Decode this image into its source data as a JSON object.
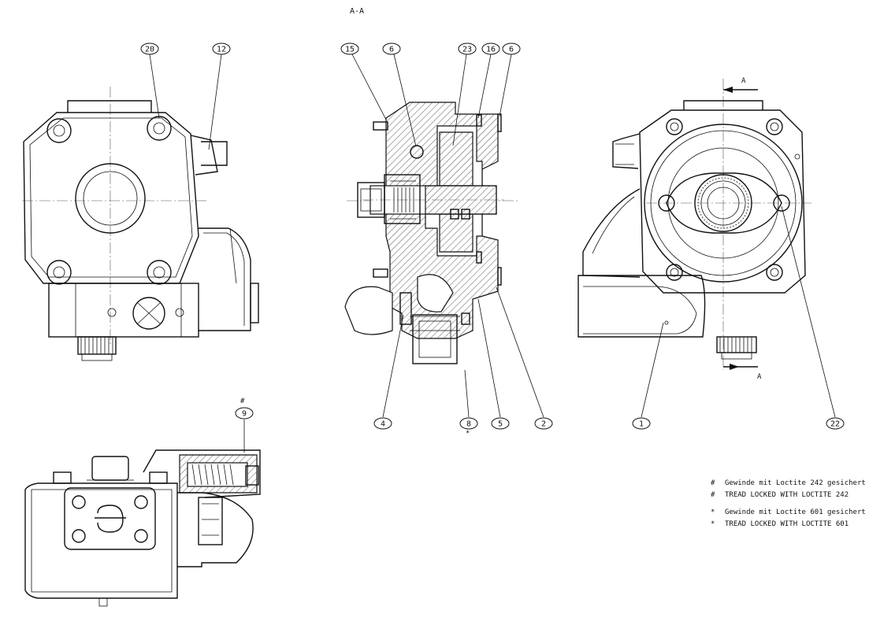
{
  "section_title": "A-A",
  "section_letters": {
    "top": "A",
    "bottom": "A"
  },
  "balloons": [
    {
      "id": "b20",
      "label": "20"
    },
    {
      "id": "b12",
      "label": "12"
    },
    {
      "id": "b15",
      "label": "15"
    },
    {
      "id": "b6a",
      "label": "6"
    },
    {
      "id": "b23",
      "label": "23"
    },
    {
      "id": "b16",
      "label": "16"
    },
    {
      "id": "b6b",
      "label": "6"
    },
    {
      "id": "b4",
      "label": "4"
    },
    {
      "id": "b8",
      "label": "8"
    },
    {
      "id": "b5",
      "label": "5"
    },
    {
      "id": "b2",
      "label": "2"
    },
    {
      "id": "b1",
      "label": "1"
    },
    {
      "id": "b22",
      "label": "22"
    },
    {
      "id": "b9",
      "label": "9"
    }
  ],
  "marks": {
    "hash": "#",
    "star": "*"
  },
  "notes": [
    {
      "symbol": "#",
      "text": "Gewinde mit Loctite 242 gesichert"
    },
    {
      "symbol": "#",
      "text": "TREAD LOCKED WITH LOCTITE 242"
    },
    {
      "symbol": "*",
      "text": "Gewinde mit Loctite 601 gesichert"
    },
    {
      "symbol": "*",
      "text": "TREAD LOCKED WITH LOCTITE 601"
    }
  ]
}
